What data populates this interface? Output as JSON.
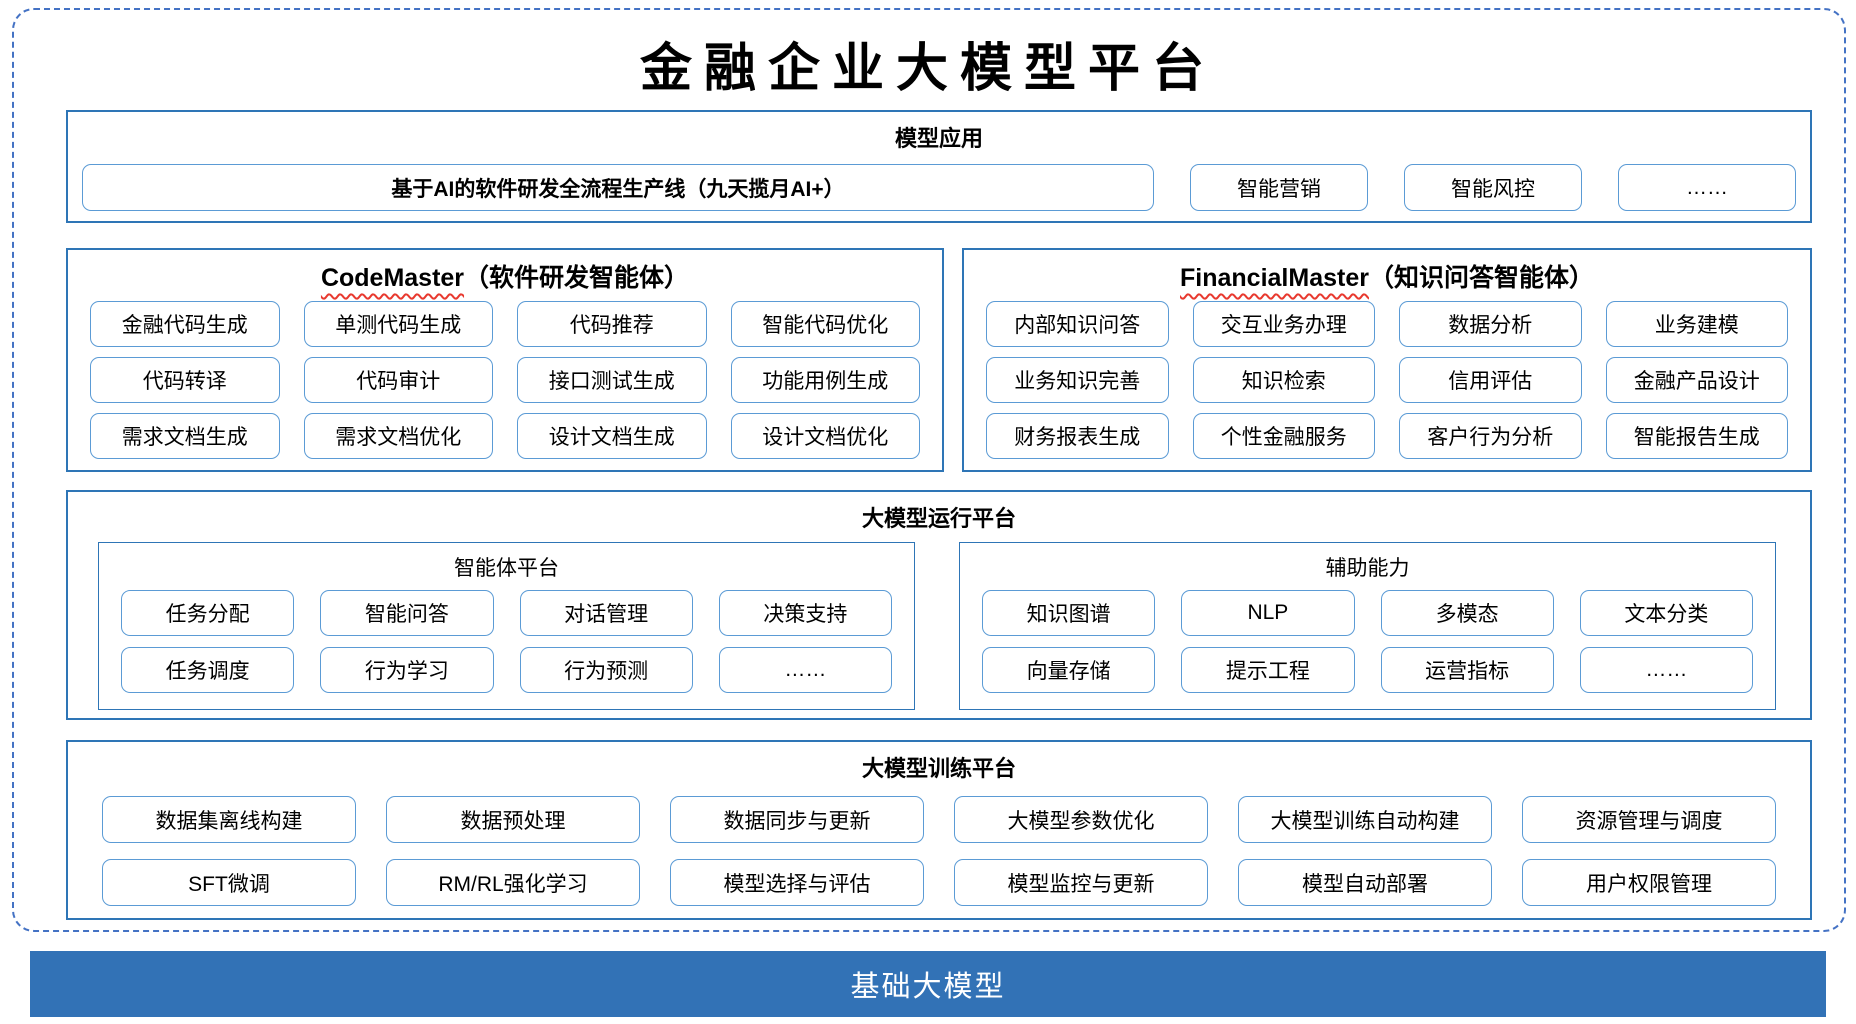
{
  "title": "金融企业大模型平台",
  "colors": {
    "section_border": "#2E75B6",
    "box_border": "#5B9BD5",
    "dashed_frame": "#4472C4",
    "footer_bg": "#3272B6",
    "squiggle_red": "#E8392F"
  },
  "sections": {
    "model_app": {
      "header": "模型应用",
      "main_item": "基于AI的软件研发全流程生产线（九天揽月AI+）",
      "items": [
        "智能营销",
        "智能风控",
        "……"
      ]
    },
    "code_master": {
      "header_en": "CodeMaster",
      "header_cn": "（软件研发智能体）",
      "rows": [
        [
          "金融代码生成",
          "单测代码生成",
          "代码推荐",
          "智能代码优化"
        ],
        [
          "代码转译",
          "代码审计",
          "接口测试生成",
          "功能用例生成"
        ],
        [
          "需求文档生成",
          "需求文档优化",
          "设计文档生成",
          "设计文档优化"
        ]
      ]
    },
    "financial_master": {
      "header_en": "FinancialMaster",
      "header_cn": "（知识问答智能体）",
      "rows": [
        [
          "内部知识问答",
          "交互业务办理",
          "数据分析",
          "业务建模"
        ],
        [
          "业务知识完善",
          "知识检索",
          "信用评估",
          "金融产品设计"
        ],
        [
          "财务报表生成",
          "个性金融服务",
          "客户行为分析",
          "智能报告生成"
        ]
      ]
    },
    "runtime_platform": {
      "header": "大模型运行平台",
      "agent_platform": {
        "header": "智能体平台",
        "rows": [
          [
            "任务分配",
            "智能问答",
            "对话管理",
            "决策支持"
          ],
          [
            "任务调度",
            "行为学习",
            "行为预测",
            "……"
          ]
        ]
      },
      "aux_capability": {
        "header": "辅助能力",
        "rows": [
          [
            "知识图谱",
            "NLP",
            "多模态",
            "文本分类"
          ],
          [
            "向量存储",
            "提示工程",
            "运营指标",
            "……"
          ]
        ]
      }
    },
    "training_platform": {
      "header": "大模型训练平台",
      "rows": [
        [
          "数据集离线构建",
          "数据预处理",
          "数据同步与更新",
          "大模型参数优化",
          "大模型训练自动构建",
          "资源管理与调度"
        ],
        [
          "SFT微调",
          "RM/RL强化学习",
          "模型选择与评估",
          "模型监控与更新",
          "模型自动部署",
          "用户权限管理"
        ]
      ]
    },
    "foundation": {
      "label": "基础大模型"
    }
  }
}
